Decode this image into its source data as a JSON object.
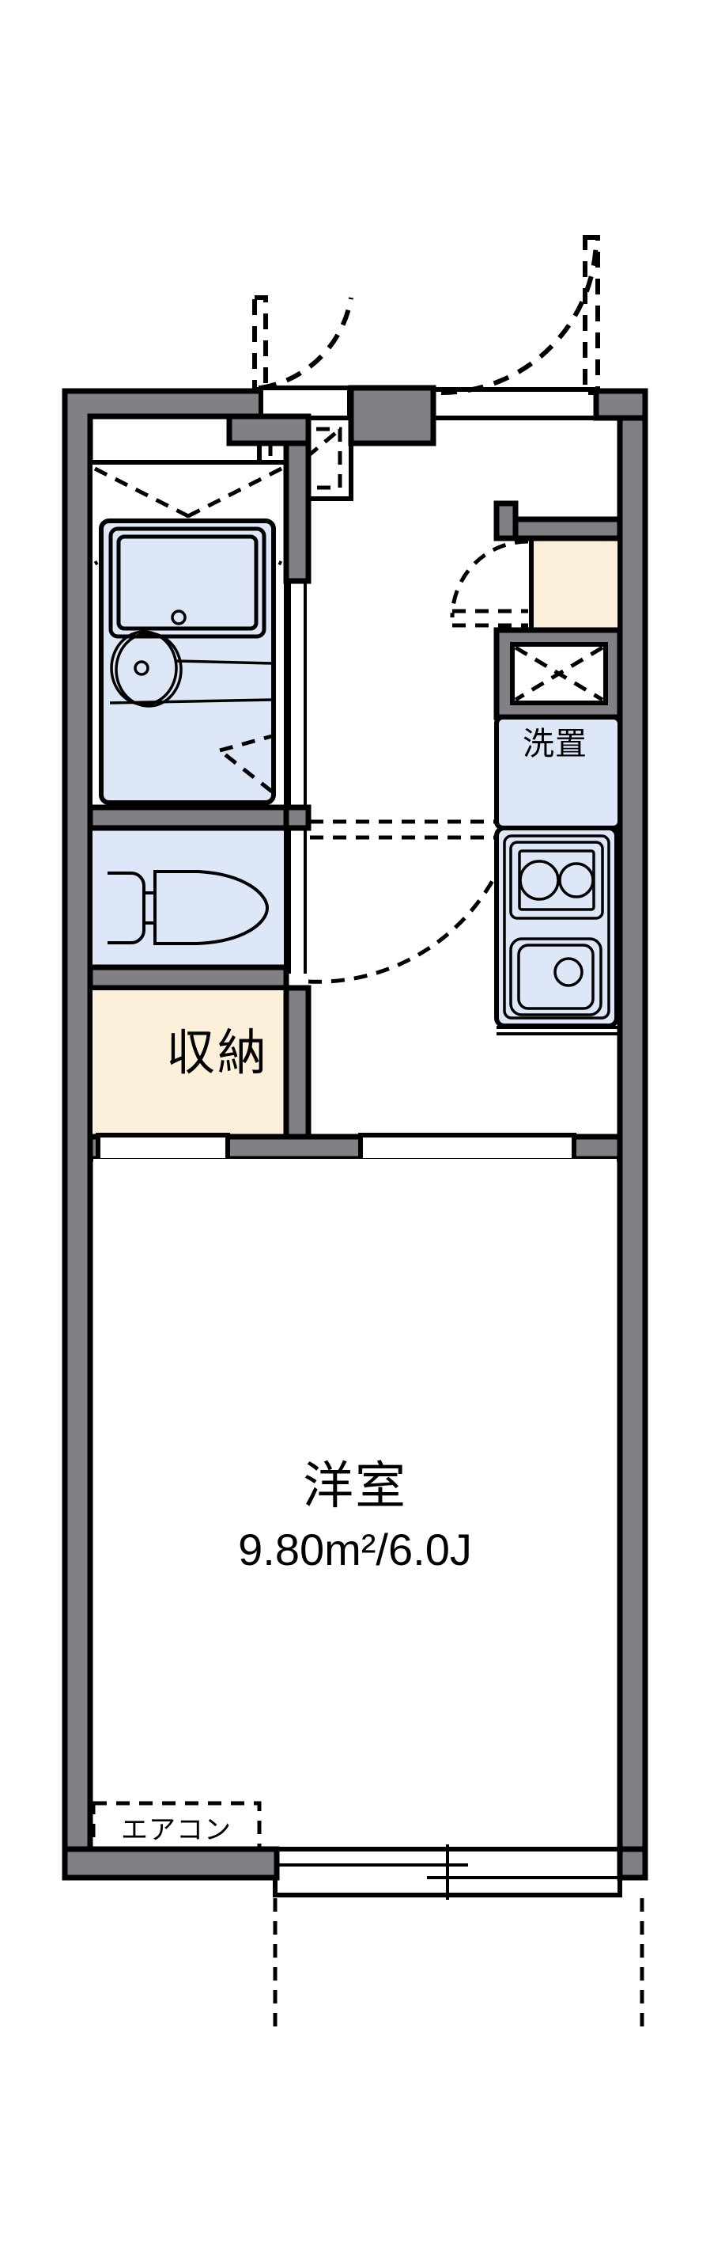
{
  "document": {
    "kind": "floor-plan",
    "language": "ja",
    "type": "1K apartment floor plan"
  },
  "rooms": [
    {
      "id": "main-room",
      "name": "洋室",
      "area_text": "9.80m²/6.0J",
      "area_sqm": 9.8,
      "area_tatami": 6.0
    },
    {
      "id": "storage",
      "name": "収納"
    },
    {
      "id": "wash-place",
      "name": "洗置"
    },
    {
      "id": "aircon",
      "name": "エアコン"
    }
  ],
  "labels": {
    "main_room_name": "洋室",
    "main_room_area": "9.80m²/6.0J",
    "storage": "収納",
    "washer": "洗置",
    "aircon": "エアコン"
  },
  "fixtures": [
    {
      "name": "bathtub",
      "room": "unit-bath"
    },
    {
      "name": "toilet",
      "room": "toilet"
    },
    {
      "name": "gas-stove",
      "room": "kitchen",
      "burners": 2
    },
    {
      "name": "kitchen-sink",
      "room": "kitchen"
    },
    {
      "name": "washer-space",
      "room": "wash-place"
    },
    {
      "name": "shoe-cabinet",
      "room": "entry"
    },
    {
      "name": "upper-cabinet",
      "room": "kitchen"
    },
    {
      "name": "entrance-door",
      "room": "entry"
    },
    {
      "name": "balcony-sliding-door",
      "room": "main-room"
    }
  ],
  "colors": {
    "wall_fill": "#808085",
    "outline": "#000000",
    "water_fill": "#dde7f7",
    "storage_fill": "#fdf0da",
    "paper": "#ffffff"
  }
}
